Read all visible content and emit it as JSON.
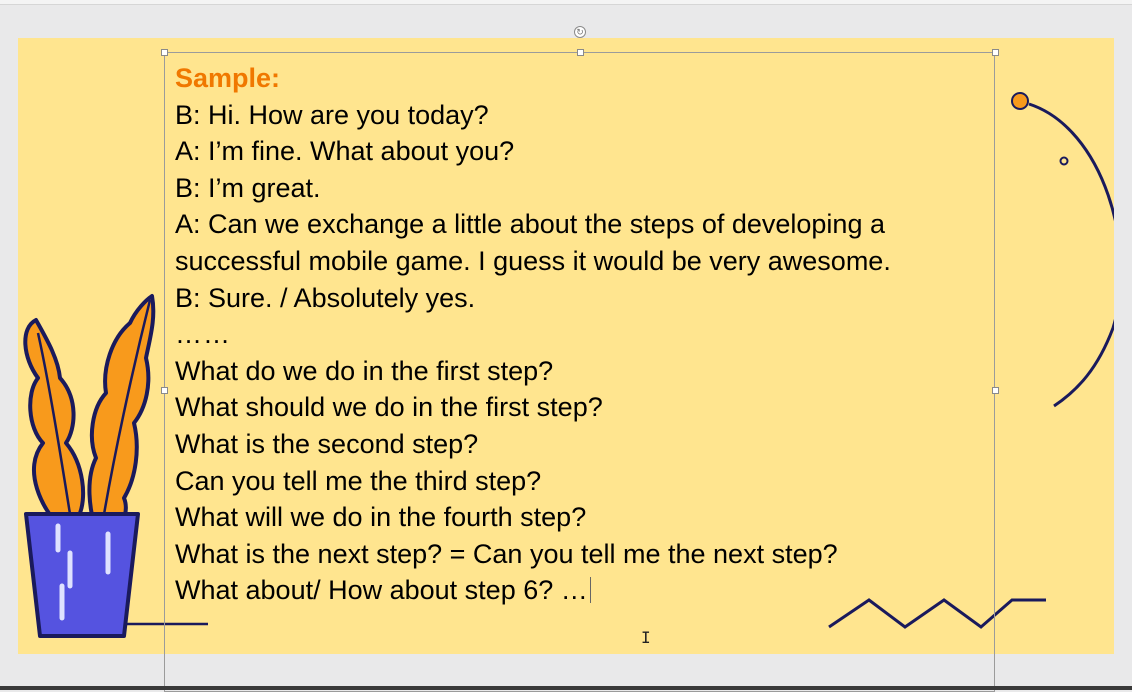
{
  "slide": {
    "background": "#ffe58f",
    "heading_color": "#f07800",
    "lines": {
      "heading": "Sample:",
      "l1": "B: Hi. How are you today?",
      "l2": "A: I’m fine. What about you?",
      "l3": "B: I’m great.",
      "l4": "A: Can we exchange a little about the steps of developing a",
      "l5": "successful mobile game. I guess it would be very awesome.",
      "l6": "B: Sure. / Absolutely yes.",
      "l7": "……",
      "l8": "What do we do in the first step?",
      "l9": "What should we do in the first step?",
      "l10": "What is the second step?",
      "l11": "Can you tell me the third step?",
      "l12": "What will we do in the fourth step?",
      "l13": "What is the next step? = Can you tell me the next step?",
      "l14": "What about/ How about step 6? …"
    }
  },
  "icons": {
    "plant": "potted-plant-illustration",
    "arc": "decorative-arc",
    "zigzag": "zigzag-line",
    "cursor": "text-cursor-icon",
    "rotate": "rotate-handle-icon"
  },
  "colors": {
    "leaf": "#f89a1c",
    "pot": "#5553e0",
    "outline": "#1a1a5c"
  }
}
